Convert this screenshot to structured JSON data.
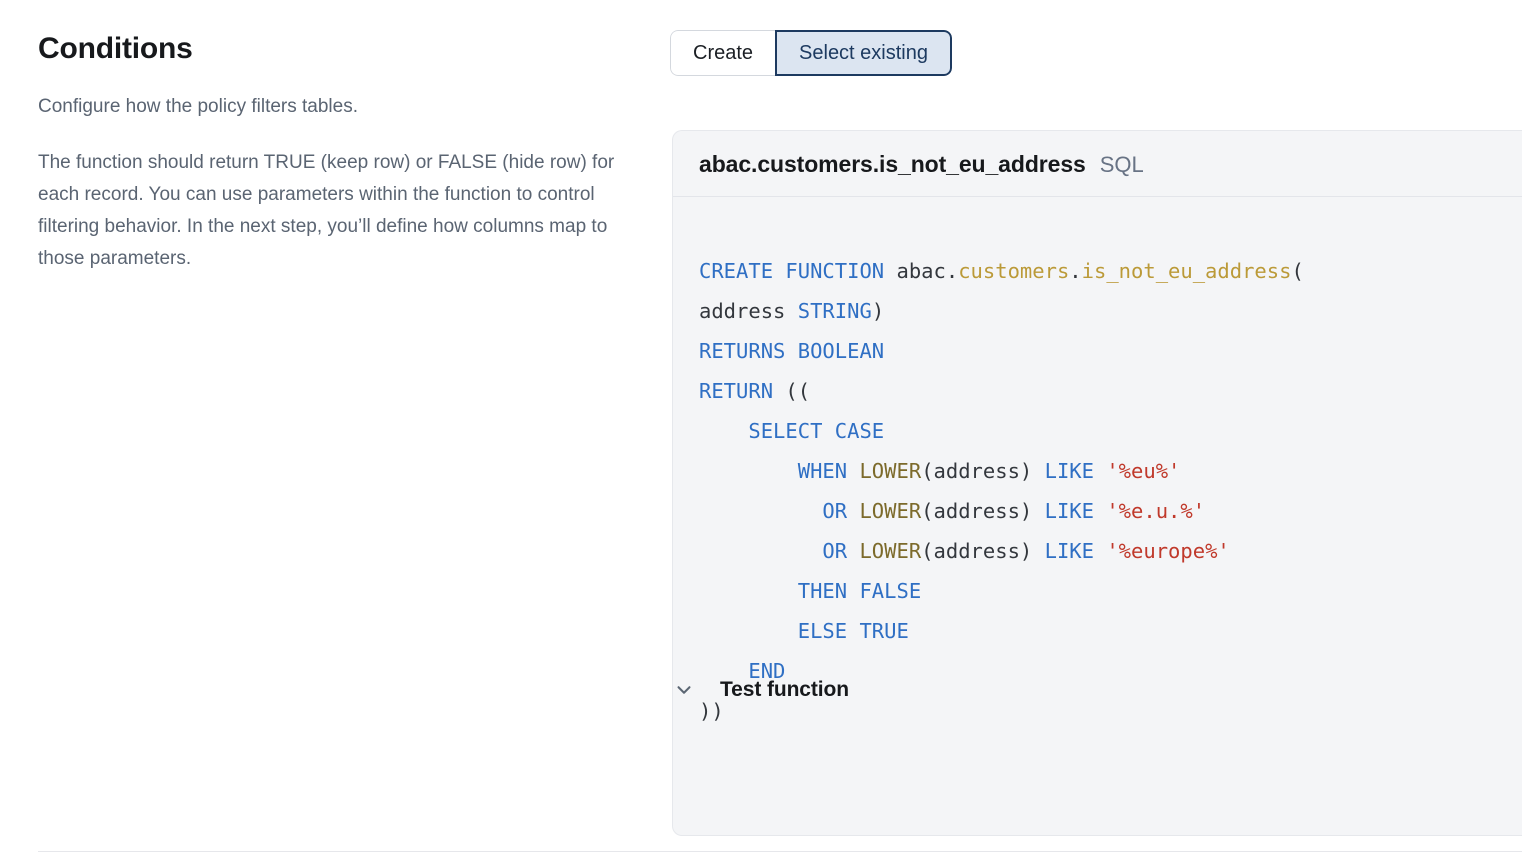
{
  "left": {
    "title": "Conditions",
    "intro": "Configure how the policy filters tables.",
    "description": "The function should return TRUE (keep row) or FALSE (hide row) for each record. You can use parameters within the function to control filtering behavior. In the next step, you’ll define how columns map to those parameters."
  },
  "segmented": {
    "options": [
      {
        "label": "Create",
        "selected": false
      },
      {
        "label": "Select existing",
        "selected": true
      }
    ],
    "selected_value": "Select existing",
    "selected_bg": "#dce5f1",
    "selected_border": "#1d3a60",
    "selected_text": "#1d3a60"
  },
  "code_card": {
    "title": "abac.customers.is_not_eu_address",
    "language": "SQL",
    "background": "#f4f5f7",
    "lines": [
      "CREATE FUNCTION abac.customers.is_not_eu_address(",
      "address STRING)",
      "RETURNS BOOLEAN",
      "RETURN ((",
      "    SELECT CASE",
      "        WHEN LOWER(address) LIKE '%eu%'",
      "          OR LOWER(address) LIKE '%e.u.%'",
      "          OR LOWER(address) LIKE '%europe%'",
      "        THEN FALSE",
      "        ELSE TRUE",
      "    END",
      "))"
    ],
    "token_colors": {
      "keyword": "#2f6fc4",
      "identifier": "#bb9a38",
      "function": "#7c6a2b",
      "string": "#c0392b",
      "plain": "#33373d"
    }
  },
  "accordion": {
    "label": "Test function",
    "icon": "chevron-down-icon",
    "expanded": false
  }
}
